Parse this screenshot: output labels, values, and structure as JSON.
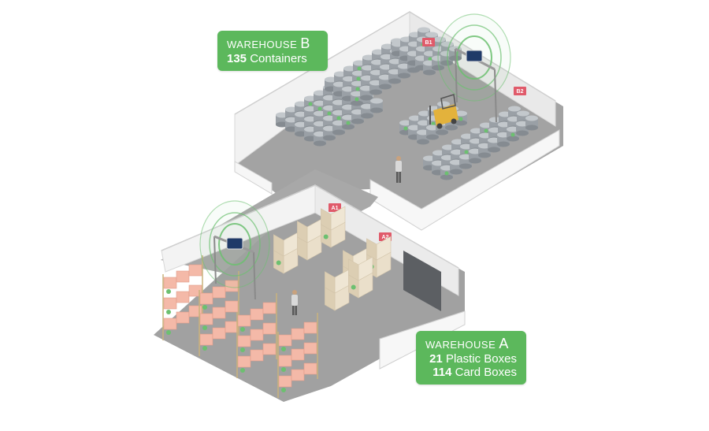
{
  "warehouse_b": {
    "title_prefix": "WAREHOUSE ",
    "title_letter": "B",
    "count": "135",
    "unit": " Containers"
  },
  "warehouse_a": {
    "title_prefix": "WAREHOUSE ",
    "title_letter": "A",
    "rows": [
      {
        "count": "21",
        "unit": " Plastic Boxes"
      },
      {
        "count": "114",
        "unit": " Card Boxes"
      }
    ]
  },
  "zones": {
    "b1": "B1",
    "b2": "B2",
    "a1": "A1",
    "a2": "A2"
  },
  "colors": {
    "callout": "#5cb85c",
    "floor": "#a3a3a3",
    "wall": "#f3f3f3",
    "drum": "#9aa0a6",
    "crate": "#f4b9a8",
    "cardbox": "#eadfca",
    "zone_sign": "#e05a6a",
    "forklift": "#e3b23c",
    "reader": "#1f3a68",
    "signal": "#6cc070"
  },
  "icons": [
    "rfid-reader-icon",
    "forklift-icon",
    "worker-icon",
    "signal-wave-icon"
  ]
}
